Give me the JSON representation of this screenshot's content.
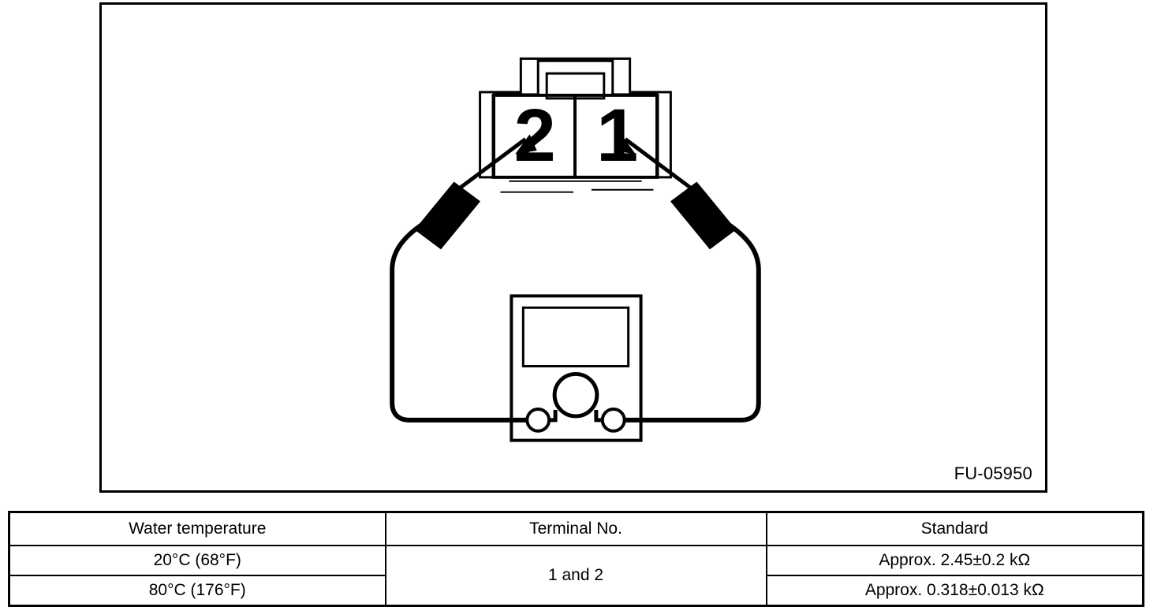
{
  "figure": {
    "reference_code": "FU-05950",
    "connector": {
      "name": "2-pin sensor connector",
      "terminals": [
        {
          "label": "2",
          "position": "left"
        },
        {
          "label": "1",
          "position": "right"
        }
      ]
    },
    "meter": {
      "name": "ohmmeter",
      "symbol": "Ω",
      "jacks": 2,
      "probes": [
        {
          "name": "left-probe",
          "connects_to_terminal": "2"
        },
        {
          "name": "right-probe",
          "connects_to_terminal": "1"
        }
      ]
    },
    "colors": {
      "line": "#000000",
      "background": "#ffffff"
    }
  },
  "table": {
    "headers": [
      "Water temperature",
      "Terminal No.",
      "Standard"
    ],
    "terminal_pair": "1 and 2",
    "rows": [
      {
        "water_temperature": "20°C (68°F)",
        "standard": "Approx. 2.45±0.2 kΩ"
      },
      {
        "water_temperature": "80°C (176°F)",
        "standard": "Approx. 0.318±0.013 kΩ"
      }
    ]
  }
}
